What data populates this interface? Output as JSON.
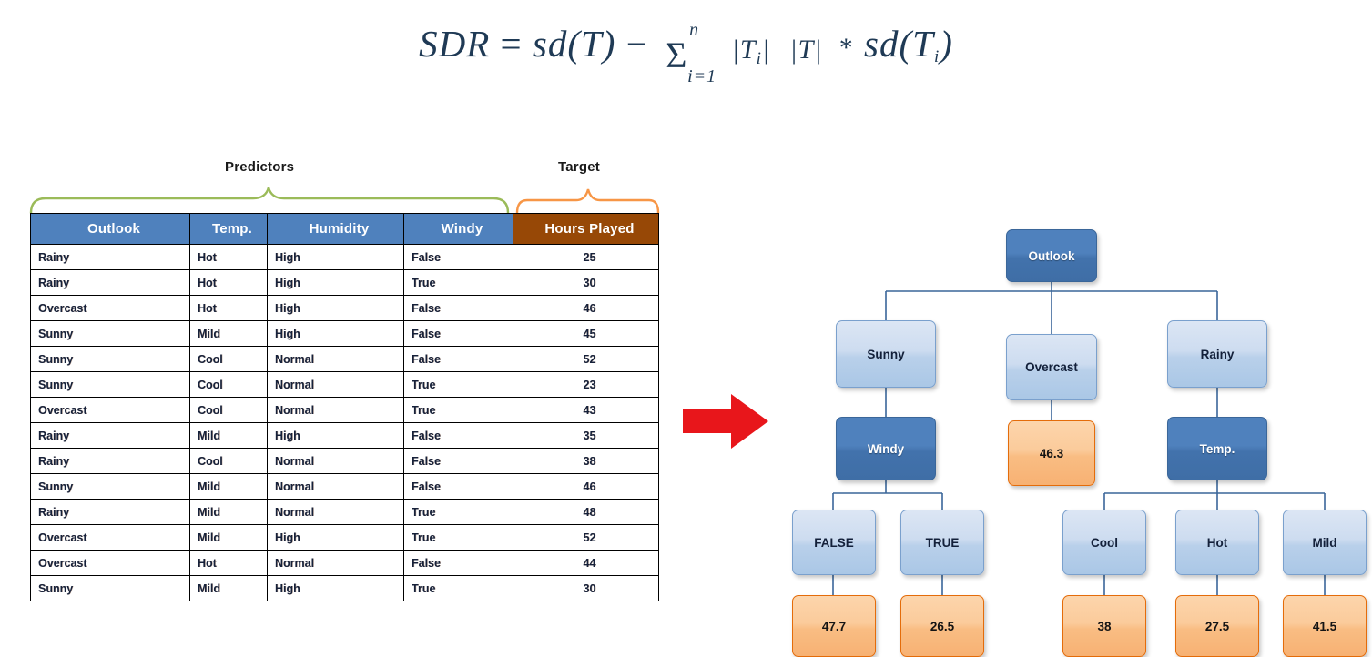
{
  "formula": {
    "lhs": "SDR",
    "equals": "=",
    "term1": "sd(T)",
    "minus": "−",
    "sigma": "Σ",
    "sigma_sup": "n",
    "sigma_sub": "i=1",
    "fraction_numerator": "|T",
    "fraction_numerator_sub": "i",
    "fraction_numerator_end": "|",
    "fraction_denominator": "|T|",
    "times": "*",
    "term2": "sd(T",
    "term2_sub": "i",
    "term2_end": ")",
    "full_text": "SDR = sd(T) - Σ(i=1..n) |Ti|/|T| * sd(Ti)"
  },
  "braces": {
    "predictors_label": "Predictors",
    "target_label": "Target",
    "predictors_color": "#9bbb59",
    "target_color": "#f79646"
  },
  "table": {
    "headers": [
      "Outlook",
      "Temp.",
      "Humidity",
      "Windy",
      "Hours Played"
    ],
    "header_colors": [
      "#4f81bd",
      "#4f81bd",
      "#4f81bd",
      "#4f81bd",
      "#974806"
    ],
    "rows": [
      [
        "Rainy",
        "Hot",
        "High",
        "False",
        "25"
      ],
      [
        "Rainy",
        "Hot",
        "High",
        "True",
        "30"
      ],
      [
        "Overcast",
        "Hot",
        "High",
        "False",
        "46"
      ],
      [
        "Sunny",
        "Mild",
        "High",
        "False",
        "45"
      ],
      [
        "Sunny",
        "Cool",
        "Normal",
        "False",
        "52"
      ],
      [
        "Sunny",
        "Cool",
        "Normal",
        "True",
        "23"
      ],
      [
        "Overcast",
        "Cool",
        "Normal",
        "True",
        "43"
      ],
      [
        "Rainy",
        "Mild",
        "High",
        "False",
        "35"
      ],
      [
        "Rainy",
        "Cool",
        "Normal",
        "False",
        "38"
      ],
      [
        "Sunny",
        "Mild",
        "Normal",
        "False",
        "46"
      ],
      [
        "Rainy",
        "Mild",
        "Normal",
        "True",
        "48"
      ],
      [
        "Overcast",
        "Mild",
        "High",
        "True",
        "52"
      ],
      [
        "Overcast",
        "Hot",
        "Normal",
        "False",
        "44"
      ],
      [
        "Sunny",
        "Mild",
        "High",
        "True",
        "30"
      ]
    ]
  },
  "arrow": {
    "name": "right-arrow",
    "color": "#e8161b"
  },
  "tree": {
    "root": "Outlook",
    "nodes": {
      "root": "Outlook",
      "sunny": "Sunny",
      "overcast": "Overcast",
      "rainy": "Rainy",
      "windy": "Windy",
      "temp": "Temp.",
      "overcast_leaf": "46.3",
      "windy_false": "FALSE",
      "windy_true": "TRUE",
      "temp_cool": "Cool",
      "temp_hot": "Hot",
      "temp_mild": "Mild",
      "leaf_false": "47.7",
      "leaf_true": "26.5",
      "leaf_cool": "38",
      "leaf_hot": "27.5",
      "leaf_mild": "41.5"
    },
    "colors": {
      "decision_dark": "#4f81bd",
      "branch_light": "#c6d9f1",
      "leaf_orange": "#fac090",
      "leaf_border": "#e46c0a",
      "link": "#3a6699"
    }
  }
}
